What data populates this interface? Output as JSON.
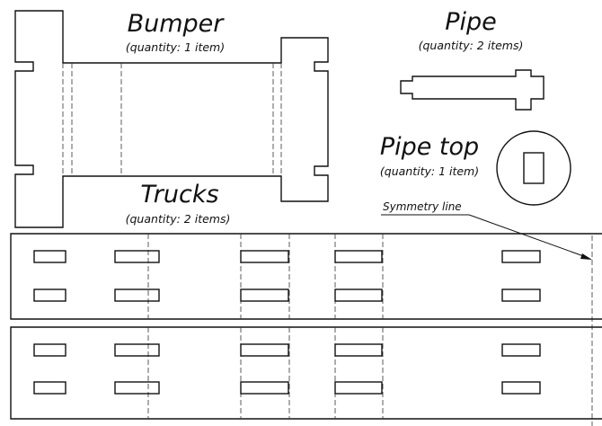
{
  "bumper": {
    "title": "Bumper",
    "quantity": "(quantity: 1 item)"
  },
  "pipe": {
    "title": "Pipe",
    "quantity": "(quantity: 2 items)"
  },
  "pipe_top": {
    "title": "Pipe top",
    "quantity": "(quantity: 1 item)"
  },
  "trucks": {
    "title": "Trucks",
    "quantity": "(quantity: 2 items)"
  },
  "symmetry": {
    "label": "Symmetry line"
  },
  "colors": {
    "line": "#111111",
    "background": "#ffffff"
  }
}
